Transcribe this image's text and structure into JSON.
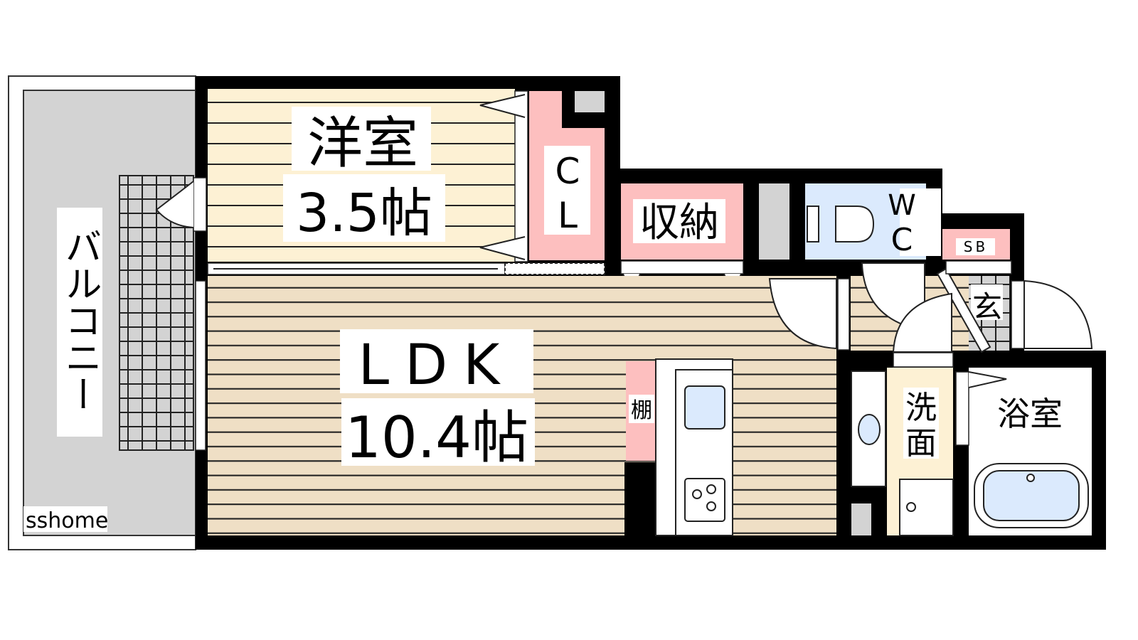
{
  "rooms": {
    "western": {
      "name": "洋室",
      "size": "3.5帖"
    },
    "closet": {
      "line1": "C",
      "line2": "L"
    },
    "storage": {
      "name": "収納"
    },
    "wc": {
      "line1": "W",
      "line2": "C"
    },
    "shoebox": {
      "name": "SB"
    },
    "entrance": {
      "name": "玄"
    },
    "ldk": {
      "name": "LDK",
      "size": "10.4帖"
    },
    "shelf": {
      "name": "棚"
    },
    "washroom": {
      "line1": "洗",
      "line2": "面"
    },
    "bathroom": {
      "name": "浴室"
    },
    "balcony": {
      "name": "バルコニー"
    }
  },
  "watermark": "sshome",
  "colors": {
    "wall": "#000000",
    "western_floor": "#fdf1d4",
    "ldk_floor": "#efdfc5",
    "pink": "#fdbfbf",
    "blue": "#dbeafd",
    "gray": "#d3d3d3"
  }
}
